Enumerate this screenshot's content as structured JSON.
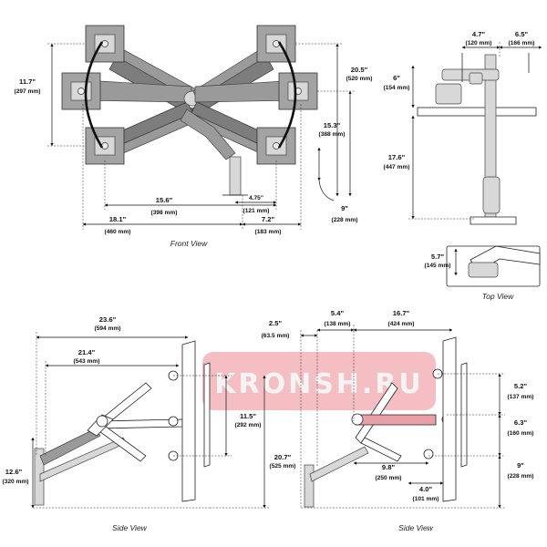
{
  "watermark": "KRONSH.RU",
  "captions": {
    "front": "Front View",
    "top": "Top View",
    "side_left": "Side View",
    "side_right": "Side View"
  },
  "front": {
    "d_11_7_in": "11.7\"",
    "d_11_7_mm": "(297 mm)",
    "d_20_5_in": "20.5\"",
    "d_20_5_mm": "(520 mm)",
    "d_15_3_in": "15.3\"",
    "d_15_3_mm": "(388 mm)",
    "d_15_6_in": "15.6\"",
    "d_15_6_mm": "(398 mm)",
    "d_4_75_in": "4.75\"",
    "d_4_75_mm": "(121 mm)",
    "d_9_in": "9\"",
    "d_9_mm": "(228 mm)",
    "d_18_1_in": "18.1\"",
    "d_18_1_mm": "(460 mm)",
    "d_7_2_in": "7.2\"",
    "d_7_2_mm": "(183 mm)"
  },
  "top": {
    "d_4_7_in": "4.7\"",
    "d_4_7_mm": "(120 mm)",
    "d_6_5_in": "6.5\"",
    "d_6_5_mm": "(166 mm)",
    "d_6_in": "6\"",
    "d_6_mm": "(154 mm)",
    "d_17_6_in": "17.6\"",
    "d_17_6_mm": "(447 mm)",
    "d_5_7_in": "5.7\"",
    "d_5_7_mm": "(145 mm)"
  },
  "side_left": {
    "d_23_6_in": "23.6\"",
    "d_23_6_mm": "(594 mm)",
    "d_21_4_in": "21.4\"",
    "d_21_4_mm": "(543 mm)",
    "d_11_5_in": "11.5\"",
    "d_11_5_mm": "(292 mm)",
    "d_12_6_in": "12.6\"",
    "d_12_6_mm": "(320 mm)",
    "d_20_7_in": "20.7\"",
    "d_20_7_mm": "(525 mm)"
  },
  "side_right": {
    "d_2_5_in": "2.5\"",
    "d_2_5_mm": "(63.5 mm)",
    "d_5_4_in": "5.4\"",
    "d_5_4_mm": "(138 mm)",
    "d_16_7_in": "16.7\"",
    "d_16_7_mm": "(424 mm)",
    "d_5_2_in": "5.2\"",
    "d_5_2_mm": "(137 mm)",
    "d_6_3_in": "6.3\"",
    "d_6_3_mm": "(160 mm)",
    "d_9_in": "9\"",
    "d_9_mm": "(228 mm)",
    "d_9_8_in": "9.8\"",
    "d_9_8_mm": "(250 mm)",
    "d_4_0_in": "4.0\"",
    "d_4_0_mm": "(101 mm)"
  },
  "colors": {
    "watermark_band": "#f2b3b8",
    "highlight_arm": "#e8a0a6",
    "arm_gray": "#9a9a9a"
  }
}
